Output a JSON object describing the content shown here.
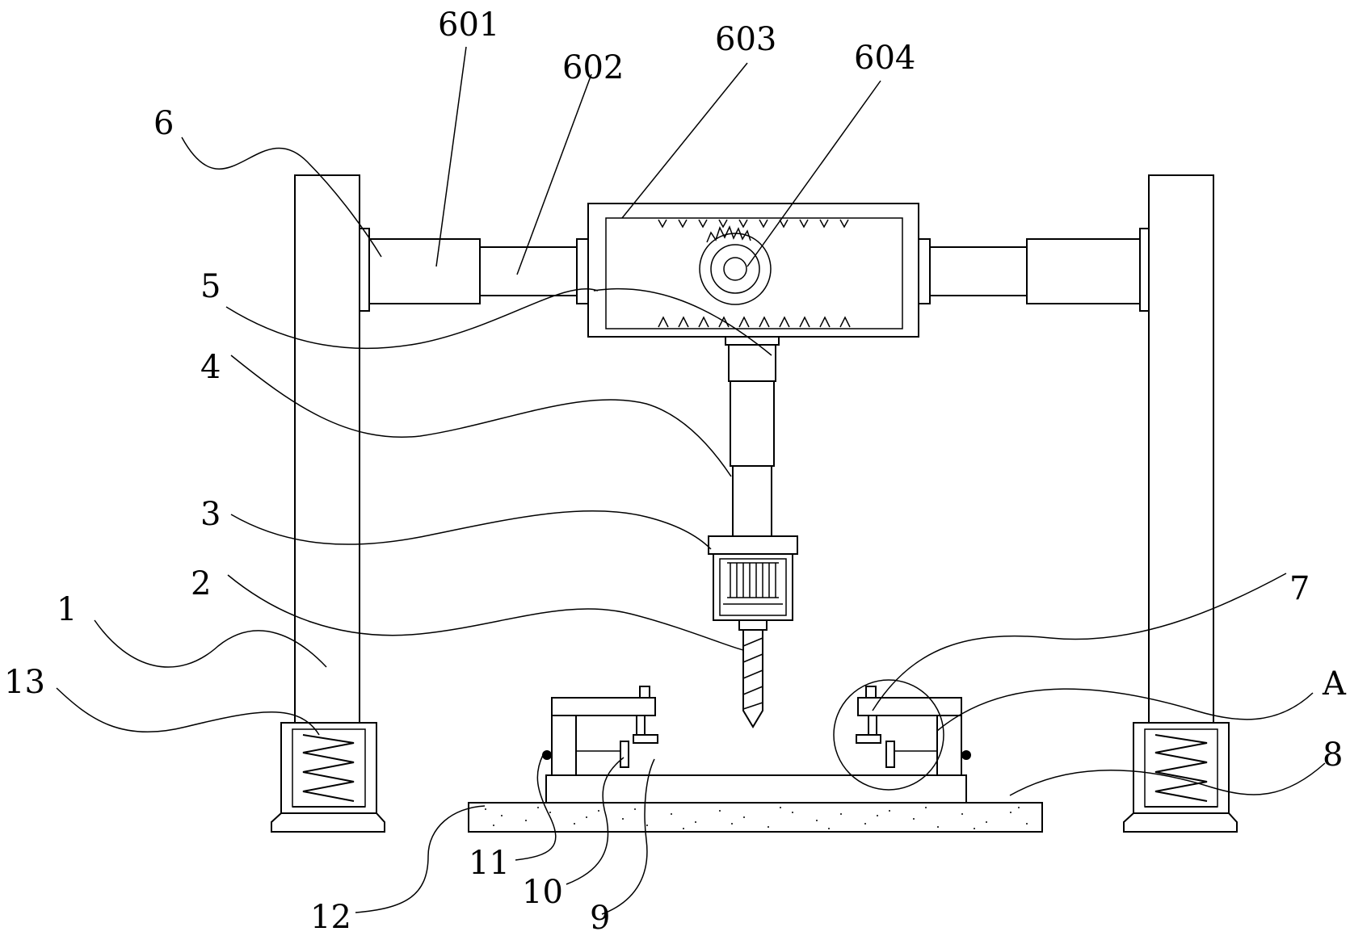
{
  "labels": {
    "l601": "601",
    "l602": "602",
    "l603": "603",
    "l604": "604",
    "l6": "6",
    "l5": "5",
    "l4": "4",
    "l3": "3",
    "l2": "2",
    "l1": "1",
    "l13": "13",
    "l7": "7",
    "lA": "A",
    "l8": "8",
    "l11": "11",
    "l10": "10",
    "l12": "12",
    "l9": "9"
  }
}
